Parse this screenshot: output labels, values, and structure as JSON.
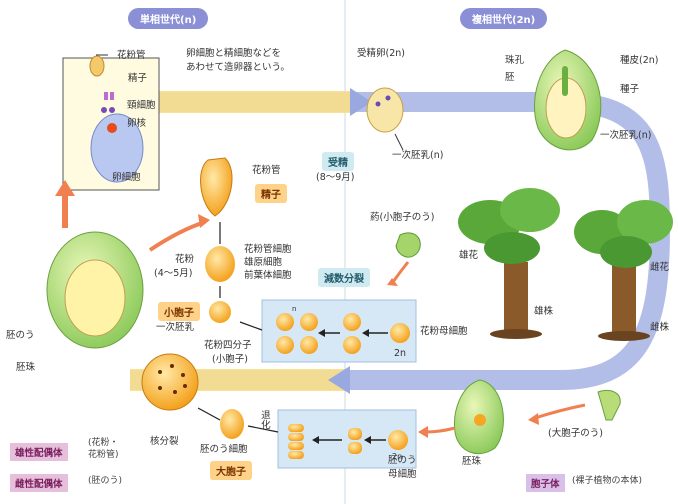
{
  "generations": {
    "gametophyte_title": "単相世代(n)",
    "sporophyte_title": "複相世代(2n)"
  },
  "note": {
    "line1": "卵細胞と精細胞などを",
    "line2": "あわせて造卵器という。"
  },
  "ovule_inset": {
    "pollen_tube": "花粉管",
    "sperm": "精子",
    "neck_cell": "頸細胞",
    "egg_nucleus": "卵核",
    "egg_cell": "卵細胞"
  },
  "fertilization": {
    "fertilized_egg": "受精卵(2n)",
    "primary_endosperm": "一次胚乳(n)",
    "badge": "受精",
    "period": "(8～9月)"
  },
  "seed": {
    "micropyle": "珠孔",
    "seed_coat": "種皮(2n)",
    "embryo": "胚",
    "seed": "種子",
    "primary_endosperm": "一次胚乳(n)"
  },
  "trees": {
    "male_flower": "雄花",
    "male_plant": "雄株",
    "female_flower": "雌花",
    "female_plant": "雌株"
  },
  "male_line": {
    "pollen_tube": "花粉管",
    "sperm_badge": "精子",
    "pollen_tube_cell": "花粉管細胞",
    "generative_cell": "雄原細胞",
    "prothallial_cell": "前葉体細胞",
    "pollen": "花粉",
    "pollen_period": "(4～5月)",
    "microspore_badge": "小胞子",
    "pollen_tetrad": "花粉四分子",
    "microspore_paren": "(小胞子)",
    "pollen_mother_cell": "花粉母細胞",
    "anther": "葯(小胞子のう)",
    "meiosis_badge": "減数分裂",
    "ploidy_n": "n",
    "ploidy_2n": "2n"
  },
  "female_line": {
    "embryo_sac": "胚のう",
    "primary_endosperm": "一次胚乳",
    "ovule_body": "胚珠",
    "nuclear_division": "核分裂",
    "degenerate": "退化",
    "embryo_sac_cell": "胚のう細胞",
    "megaspore_badge": "大胞子",
    "embryo_sac_mother_line1": "胚のう",
    "embryo_sac_mother_line2": "母細胞",
    "ovule": "胚珠",
    "megasporangium": "(大胞子のう)",
    "ploidy_2n": "2n"
  },
  "legend": {
    "male_gametophyte": "雄性配偶体",
    "male_gametophyte_desc": "(花粉・",
    "male_gametophyte_desc2": "花粉管)",
    "female_gametophyte": "雌性配偶体",
    "female_gametophyte_desc": "(胚のう)",
    "sporophyte": "胞子体",
    "sporophyte_desc": "(裸子植物の本体)"
  },
  "colors": {
    "gametophyte_band": "#f8e0a0",
    "sporophyte_band": "#9aa8e0",
    "arrow": "#f08050",
    "cell": "#f5a623"
  }
}
